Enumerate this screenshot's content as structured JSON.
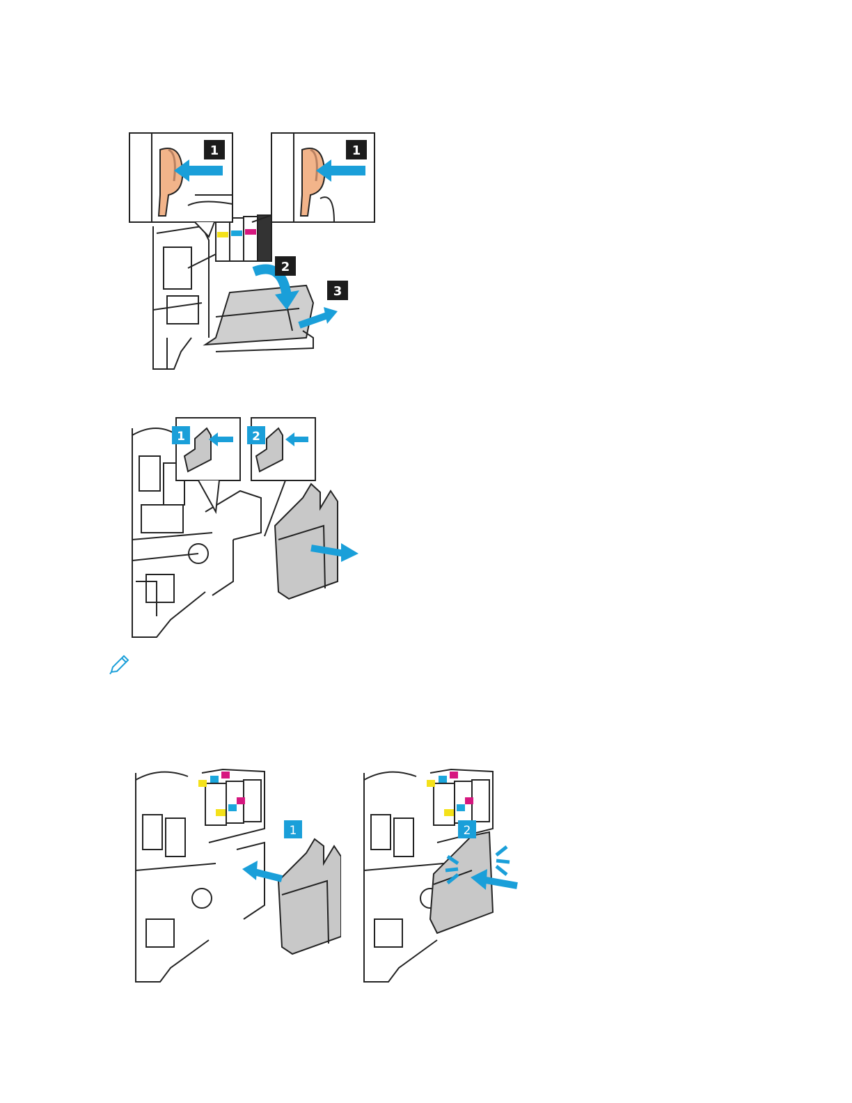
{
  "figures": [
    {
      "id": "remove-waste-container-unlock",
      "callouts": [
        "1",
        "1",
        "2",
        "3"
      ]
    },
    {
      "id": "remove-waste-container-pull",
      "callouts": [
        "1",
        "2"
      ]
    },
    {
      "id": "insert-waste-container-left",
      "callouts": [
        "1"
      ]
    },
    {
      "id": "insert-waste-container-right",
      "callouts": [
        "2"
      ]
    }
  ],
  "note": {
    "icon": "pencil-note-icon"
  },
  "colors": {
    "accent": "#1a9fd9",
    "callout_dark": "#1c1c1c",
    "latch": "#f2b48a",
    "part_gray": "#c8c8c8",
    "yellow": "#f4e11a",
    "magenta": "#d6177f",
    "cyan": "#1aa6dc"
  }
}
